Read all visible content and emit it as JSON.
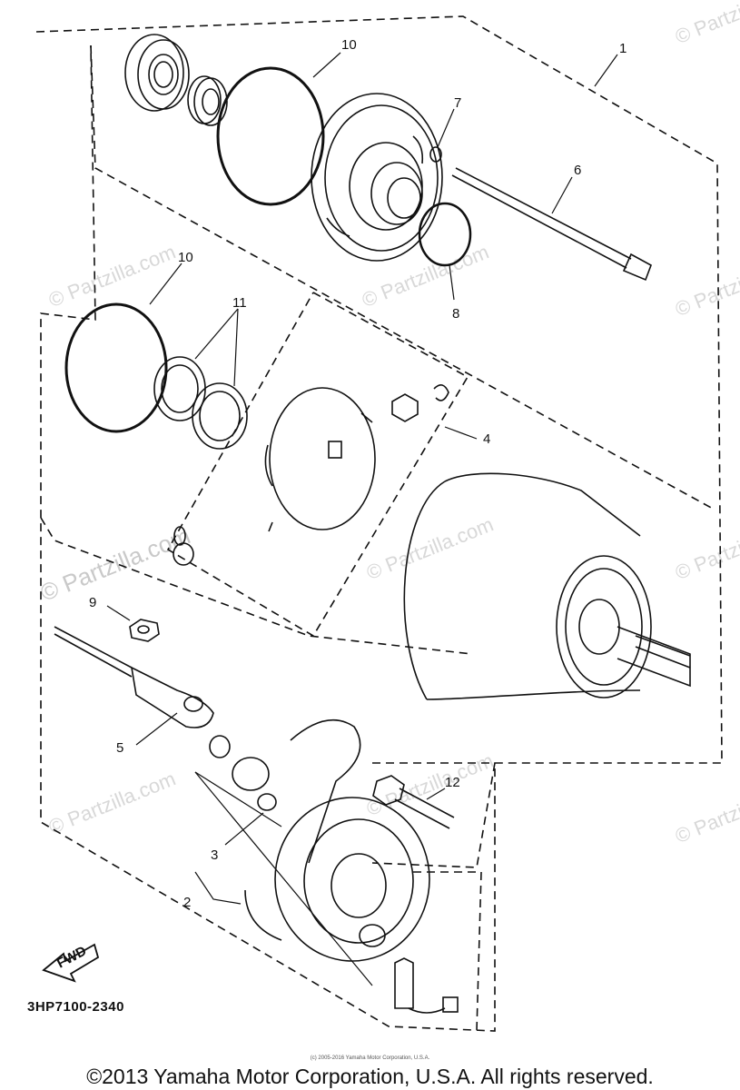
{
  "callouts": [
    "1",
    "2",
    "3",
    "4",
    "5",
    "6",
    "7",
    "8",
    "9",
    "10",
    "10",
    "11",
    "12"
  ],
  "fwd_label": "FWD",
  "part_code": "3HP7100-2340",
  "watermark": "© Partzilla.com",
  "small_copyright": "(c) 2005-2016 Yamaha Motor Corporation, U.S.A.",
  "copyright": "©2013 Yamaha Motor Corporation, U.S.A. All rights reserved."
}
